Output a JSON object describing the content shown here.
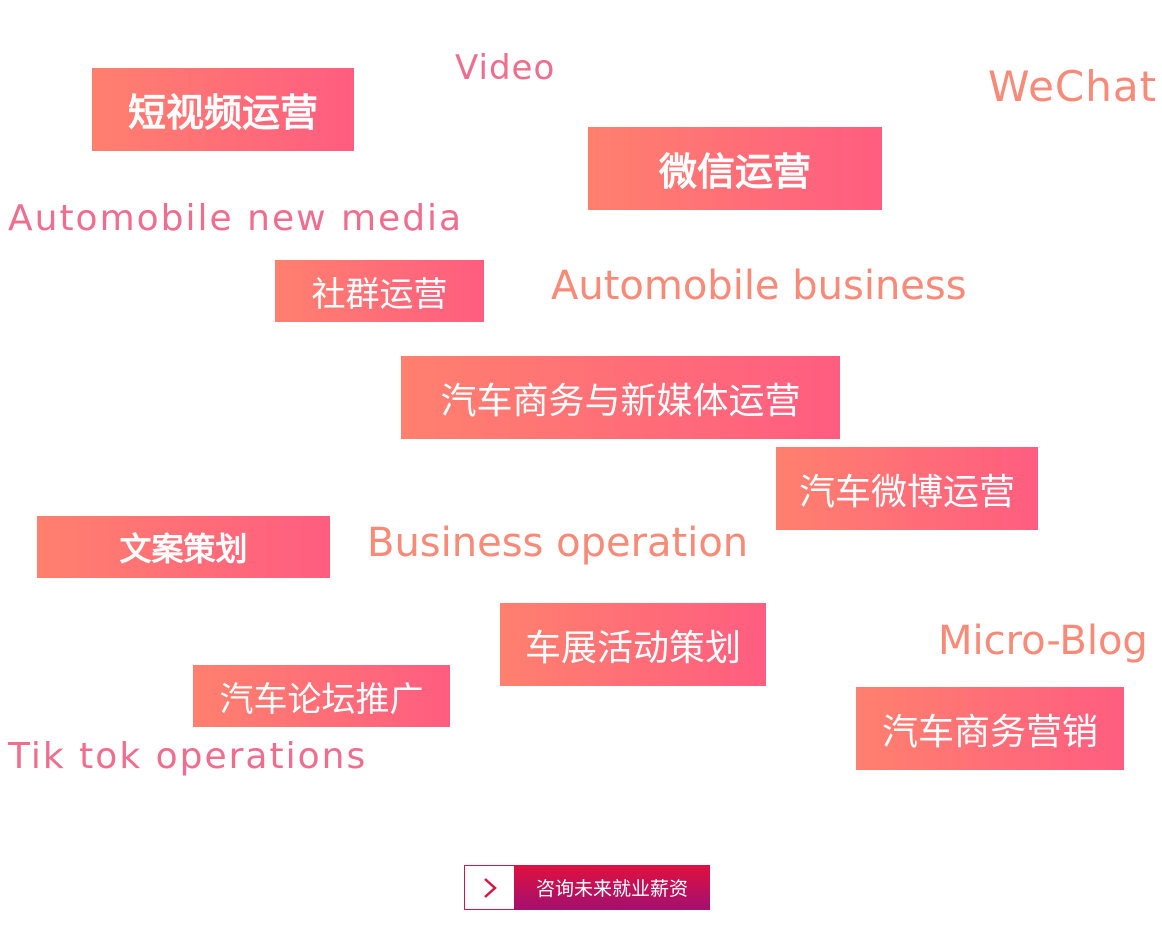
{
  "tags": [
    "短视频运营",
    "微信运营",
    "社群运营",
    "汽车商务与新媒体运营",
    "汽车微博运营",
    "文案策划",
    "车展活动策划",
    "汽车论坛推广",
    "汽车商务营销"
  ],
  "labels": [
    "Video",
    "WeChat",
    "Automobile new media",
    "Automobile business",
    "Business operation",
    "Micro-Blog",
    "Tik tok operations"
  ],
  "cta": {
    "label": "咨询未来就业薪资",
    "icon": "chevron-right-icon"
  },
  "colors": {
    "tag_start": "#ff806e",
    "tag_end": "#ff5d80",
    "salmon": "#f98a78",
    "pink": "#f06d8e",
    "cta_red": "#e0103e",
    "cta_purple": "#a31070"
  }
}
